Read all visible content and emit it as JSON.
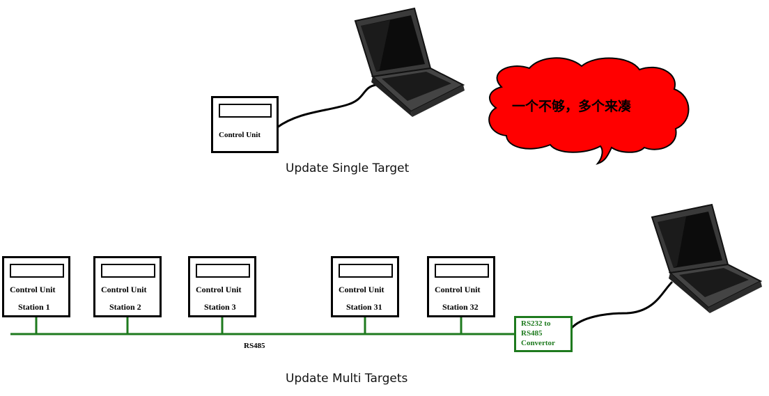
{
  "single": {
    "unit_label": "Control Unit",
    "caption": "Update Single Target"
  },
  "cloud": {
    "text": "一个不够，多个来凑",
    "color": "#ff0000"
  },
  "multi": {
    "units": [
      {
        "label": "Control Unit",
        "station": "Station 1"
      },
      {
        "label": "Control Unit",
        "station": "Station 2"
      },
      {
        "label": "Control Unit",
        "station": "Station 3"
      },
      {
        "label": "Control Unit",
        "station": "Station 31"
      },
      {
        "label": "Control Unit",
        "station": "Station 32"
      }
    ],
    "bus_label": "RS485",
    "bus_color": "#1e7a1e",
    "converter_lines": [
      "RS232 to",
      "RS485",
      "Convertor"
    ],
    "caption": "Update Multi Targets"
  }
}
